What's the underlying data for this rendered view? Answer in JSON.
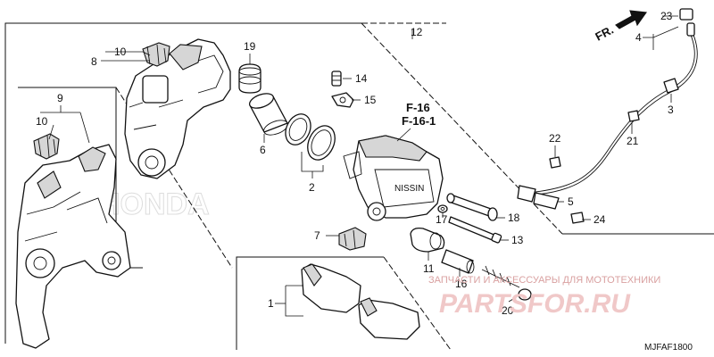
{
  "diagram": {
    "callouts": {
      "c1": "1",
      "c2": "2",
      "c3": "3",
      "c4": "4",
      "c5": "5",
      "c6": "6",
      "c7": "7",
      "c8": "8",
      "c9": "9",
      "c10a": "10",
      "c10b": "10",
      "c11": "11",
      "c12": "12",
      "c13": "13",
      "c14": "14",
      "c15": "15",
      "c16": "16",
      "c17": "17",
      "c18": "18",
      "c19": "19",
      "c20": "20",
      "c21": "21",
      "c22": "22",
      "c23": "23",
      "c24": "24"
    },
    "ref_top": "F-16",
    "ref_bottom": "F-16-1",
    "direction": "FR.",
    "caliper_logo": "NISSIN",
    "watermark_caption": "ЗАПЧАСТИ И АКСЕССУАРЫ ДЛЯ МОТОТЕХНИКИ",
    "watermark_brand": "PARTSFOR.RU",
    "ghost_brand": "HONDA",
    "diagram_code": "MJFAF1800"
  },
  "colors": {
    "ink": "#111111",
    "watermark": "#d9a0a0",
    "brand_watermark": "#f0c8c8",
    "shading": "#d6d6d6"
  }
}
